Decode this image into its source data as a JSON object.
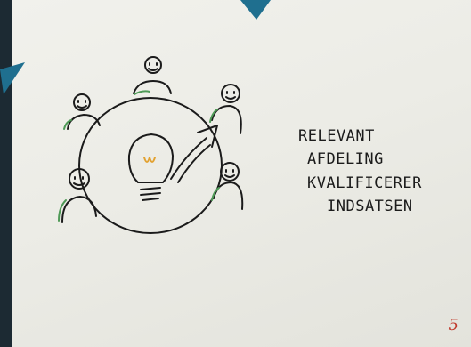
{
  "caption": {
    "line1": "RELEVANT",
    "line2": "AFDELING",
    "line3": "KVALIFICERER",
    "line4": "INDSATSEN"
  },
  "page_number": "5",
  "colors": {
    "background": "#1c2a33",
    "paper": "#efefea",
    "marker": "#1b1b1b",
    "green_shadow": "#4f9a57",
    "bulb_filament": "#e2a232",
    "pin": "#1f6f8f",
    "page_number": "#c0392b"
  },
  "icons": [
    "lightbulb-icon",
    "arrow-up-right-icon",
    "person-icon",
    "pin-icon"
  ]
}
